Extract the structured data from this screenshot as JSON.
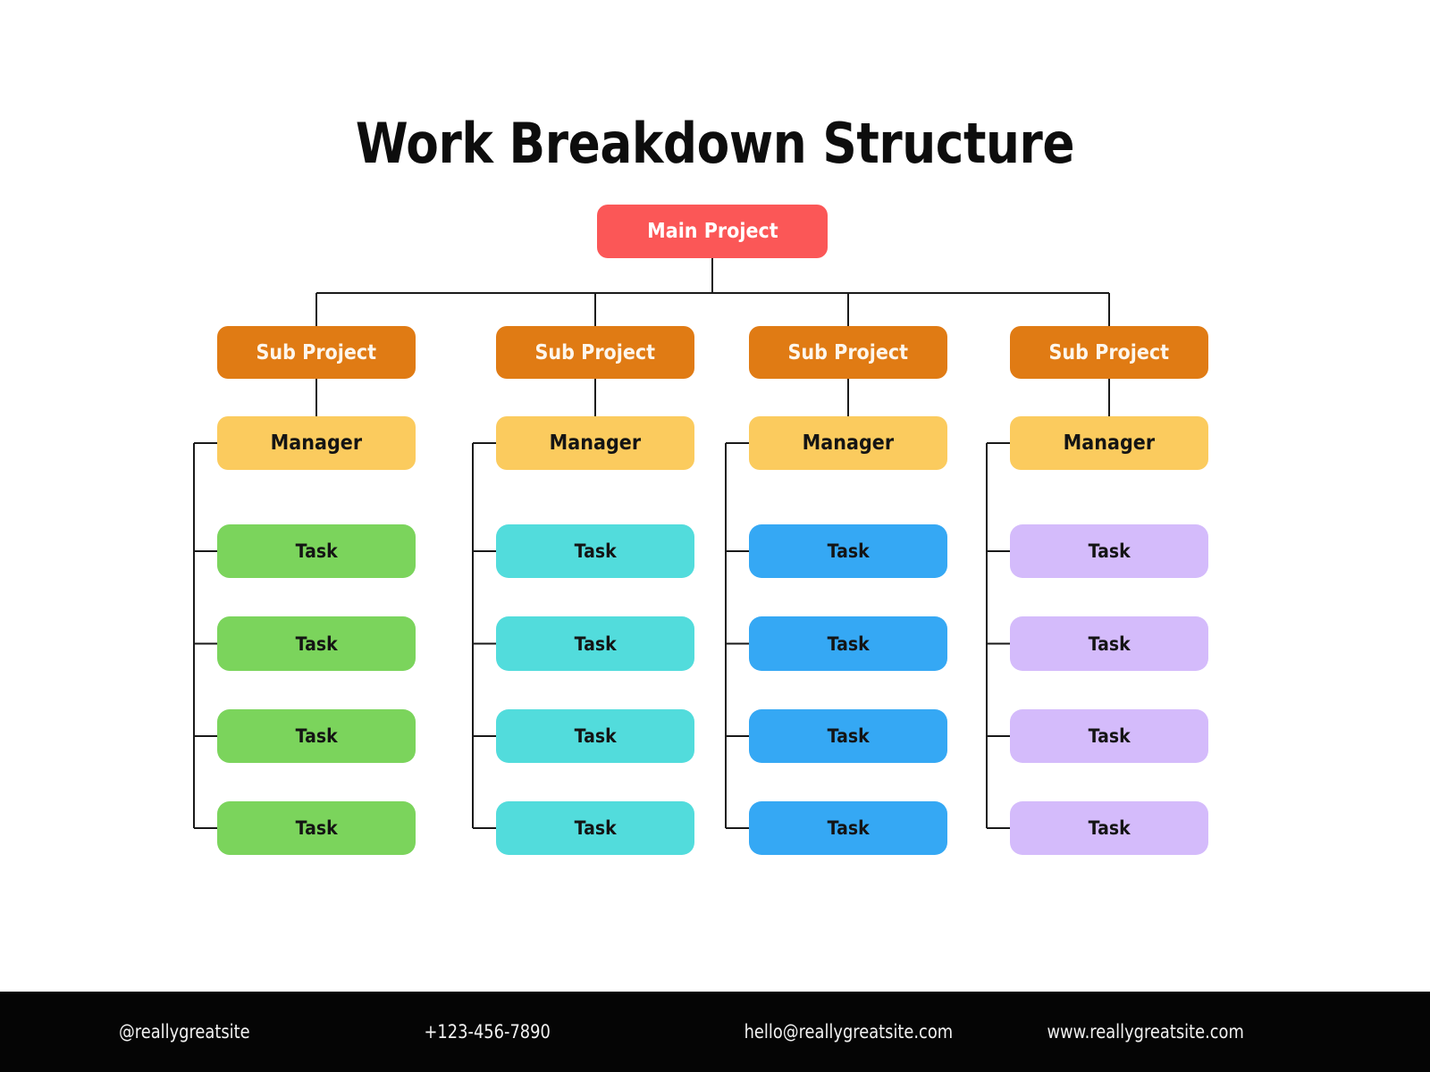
{
  "title": "Work Breakdown Structure",
  "diagram": {
    "type": "tree",
    "root": {
      "label": "Main Project",
      "color": "#fb5757",
      "text_color": "#ffffff"
    },
    "branches": [
      {
        "sub_project": {
          "label": "Sub Project",
          "color": "#e07b14"
        },
        "manager": {
          "label": "Manager",
          "color": "#fbcb5e"
        },
        "task_color": "#7bd45c",
        "tasks": [
          {
            "label": "Task"
          },
          {
            "label": "Task"
          },
          {
            "label": "Task"
          },
          {
            "label": "Task"
          }
        ]
      },
      {
        "sub_project": {
          "label": "Sub Project",
          "color": "#e07b14"
        },
        "manager": {
          "label": "Manager",
          "color": "#fbcb5e"
        },
        "task_color": "#52dcdc",
        "tasks": [
          {
            "label": "Task"
          },
          {
            "label": "Task"
          },
          {
            "label": "Task"
          },
          {
            "label": "Task"
          }
        ]
      },
      {
        "sub_project": {
          "label": "Sub Project",
          "color": "#e07b14"
        },
        "manager": {
          "label": "Manager",
          "color": "#fbcb5e"
        },
        "task_color": "#35a8f4",
        "tasks": [
          {
            "label": "Task"
          },
          {
            "label": "Task"
          },
          {
            "label": "Task"
          },
          {
            "label": "Task"
          }
        ]
      },
      {
        "sub_project": {
          "label": "Sub Project",
          "color": "#e07b14"
        },
        "manager": {
          "label": "Manager",
          "color": "#fbcb5e"
        },
        "task_color": "#d4bbfb",
        "tasks": [
          {
            "label": "Task"
          },
          {
            "label": "Task"
          },
          {
            "label": "Task"
          },
          {
            "label": "Task"
          }
        ]
      }
    ],
    "connector_color": "#1a1a1a"
  },
  "footer": {
    "background": "#050505",
    "handle": "@reallygreatsite",
    "phone": "+123-456-7890",
    "email": "hello@reallygreatsite.com",
    "website": "www.reallygreatsite.com"
  }
}
